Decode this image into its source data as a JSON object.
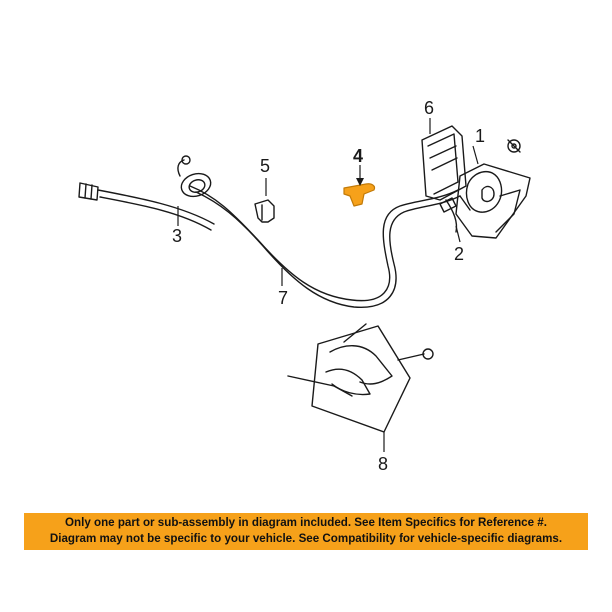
{
  "callouts": {
    "c1": "1",
    "c2": "2",
    "c3": "3",
    "c4": "4",
    "c5": "5",
    "c6": "6",
    "c7": "7",
    "c8": "8"
  },
  "highlight_color": "#f6a11a",
  "highlighted_part": "4",
  "disclaimer": {
    "line1": "Only one part or sub-assembly in diagram included. See Item Specifics for Reference #.",
    "line2": "Diagram may not be specific to your vehicle. See Compatibility for vehicle-specific diagrams."
  }
}
